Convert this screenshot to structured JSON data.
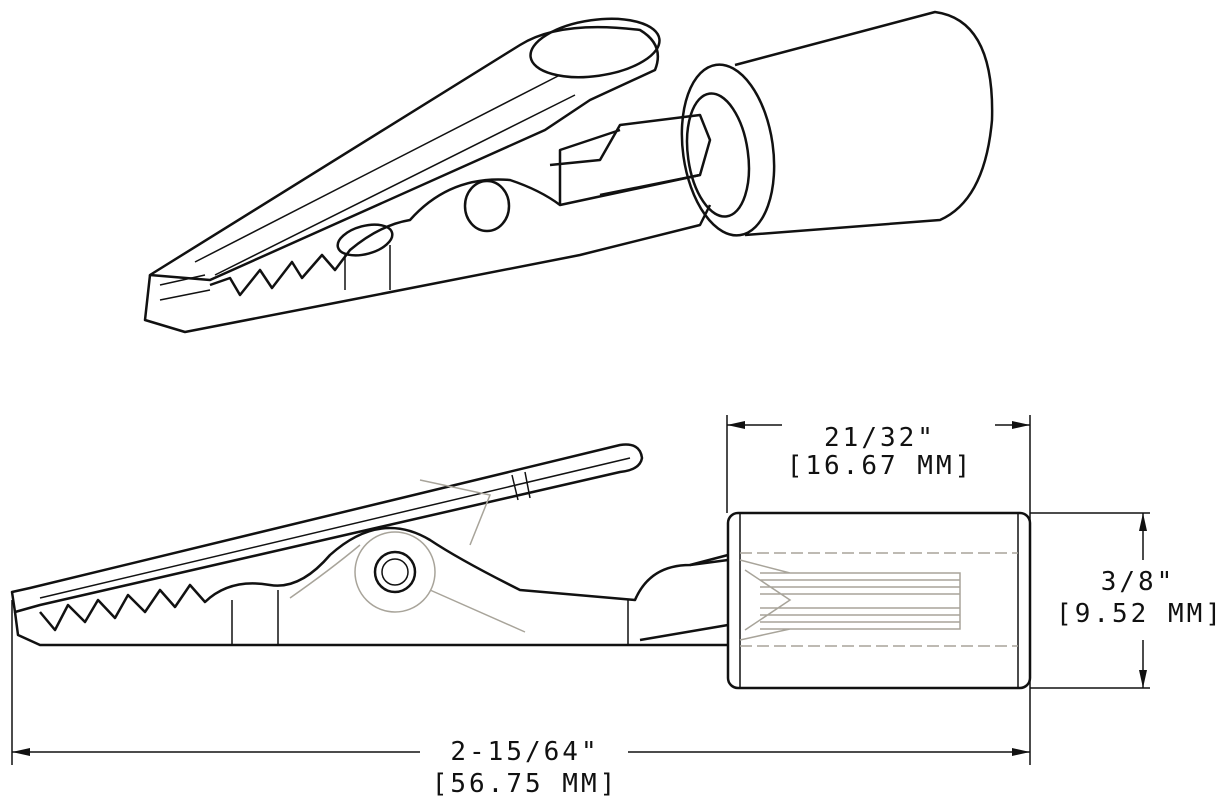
{
  "drawing": {
    "views": [
      "isometric-view",
      "side-view"
    ],
    "dimensions": {
      "cap_length": {
        "imperial": "21/32\"",
        "metric": "[16.67 MM]"
      },
      "cap_diameter": {
        "imperial": "3/8\"",
        "metric": "[9.52 MM]"
      },
      "overall_length": {
        "imperial": "2-15/64\"",
        "metric": "[56.75 MM]"
      }
    },
    "colors": {
      "line": "#111111",
      "hidden_line": "#a8a49a",
      "background": "#ffffff"
    }
  }
}
